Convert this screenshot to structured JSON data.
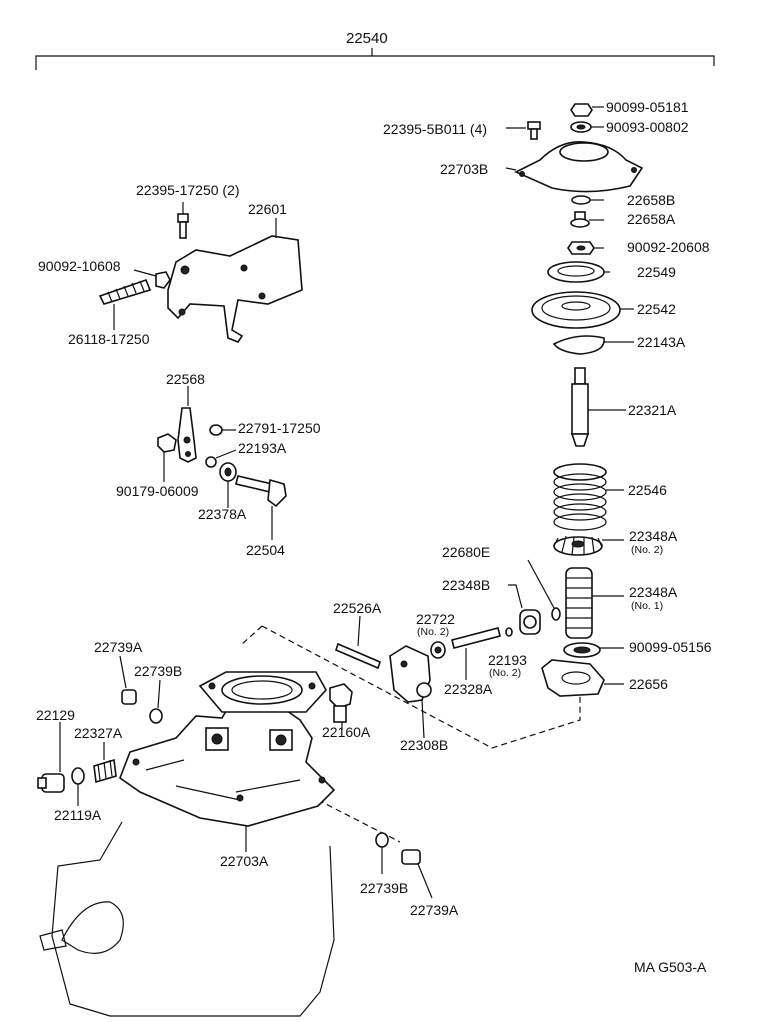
{
  "assembly": {
    "label": "22540"
  },
  "labels": {
    "p_90099_05181": "90099-05181",
    "p_22395_5B011": "22395-5B011 (4)",
    "p_90093_00802": "90093-00802",
    "p_22703B": "22703B",
    "p_22658B": "22658B",
    "p_22658A": "22658A",
    "p_90092_20608": "90092-20608",
    "p_22549": "22549",
    "p_22542": "22542",
    "p_22143A": "22143A",
    "p_22321A": "22321A",
    "p_22546": "22546",
    "p_22348A_no2": "22348A",
    "p_22348A_no2_note": "(No. 2)",
    "p_22680E": "22680E",
    "p_22348B": "22348B",
    "p_22348A_no1": "22348A",
    "p_22348A_no1_note": "(No. 1)",
    "p_90099_05156": "90099-05156",
    "p_22656": "22656",
    "p_22395_17250": "22395-17250 (2)",
    "p_22601": "22601",
    "p_90092_10608": "90092-10608",
    "p_26118_17250": "26118-17250",
    "p_22568": "22568",
    "p_22791_17250": "22791-17250",
    "p_22193A": "22193A",
    "p_90179_06009": "90179-06009",
    "p_22378A": "22378A",
    "p_22504": "22504",
    "p_22526A": "22526A",
    "p_22722": "22722",
    "p_22722_note": "(No. 2)",
    "p_22193": "22193",
    "p_22193_note": "(No. 2)",
    "p_22328A": "22328A",
    "p_22308B": "22308B",
    "p_22160A": "22160A",
    "p_22739A_top": "22739A",
    "p_22739B_top": "22739B",
    "p_22129": "22129",
    "p_22327A": "22327A",
    "p_22119A": "22119A",
    "p_22703A": "22703A",
    "p_22739B_bot": "22739B",
    "p_22739A_bot": "22739A"
  },
  "footer": {
    "code": "MA  G503-A"
  }
}
